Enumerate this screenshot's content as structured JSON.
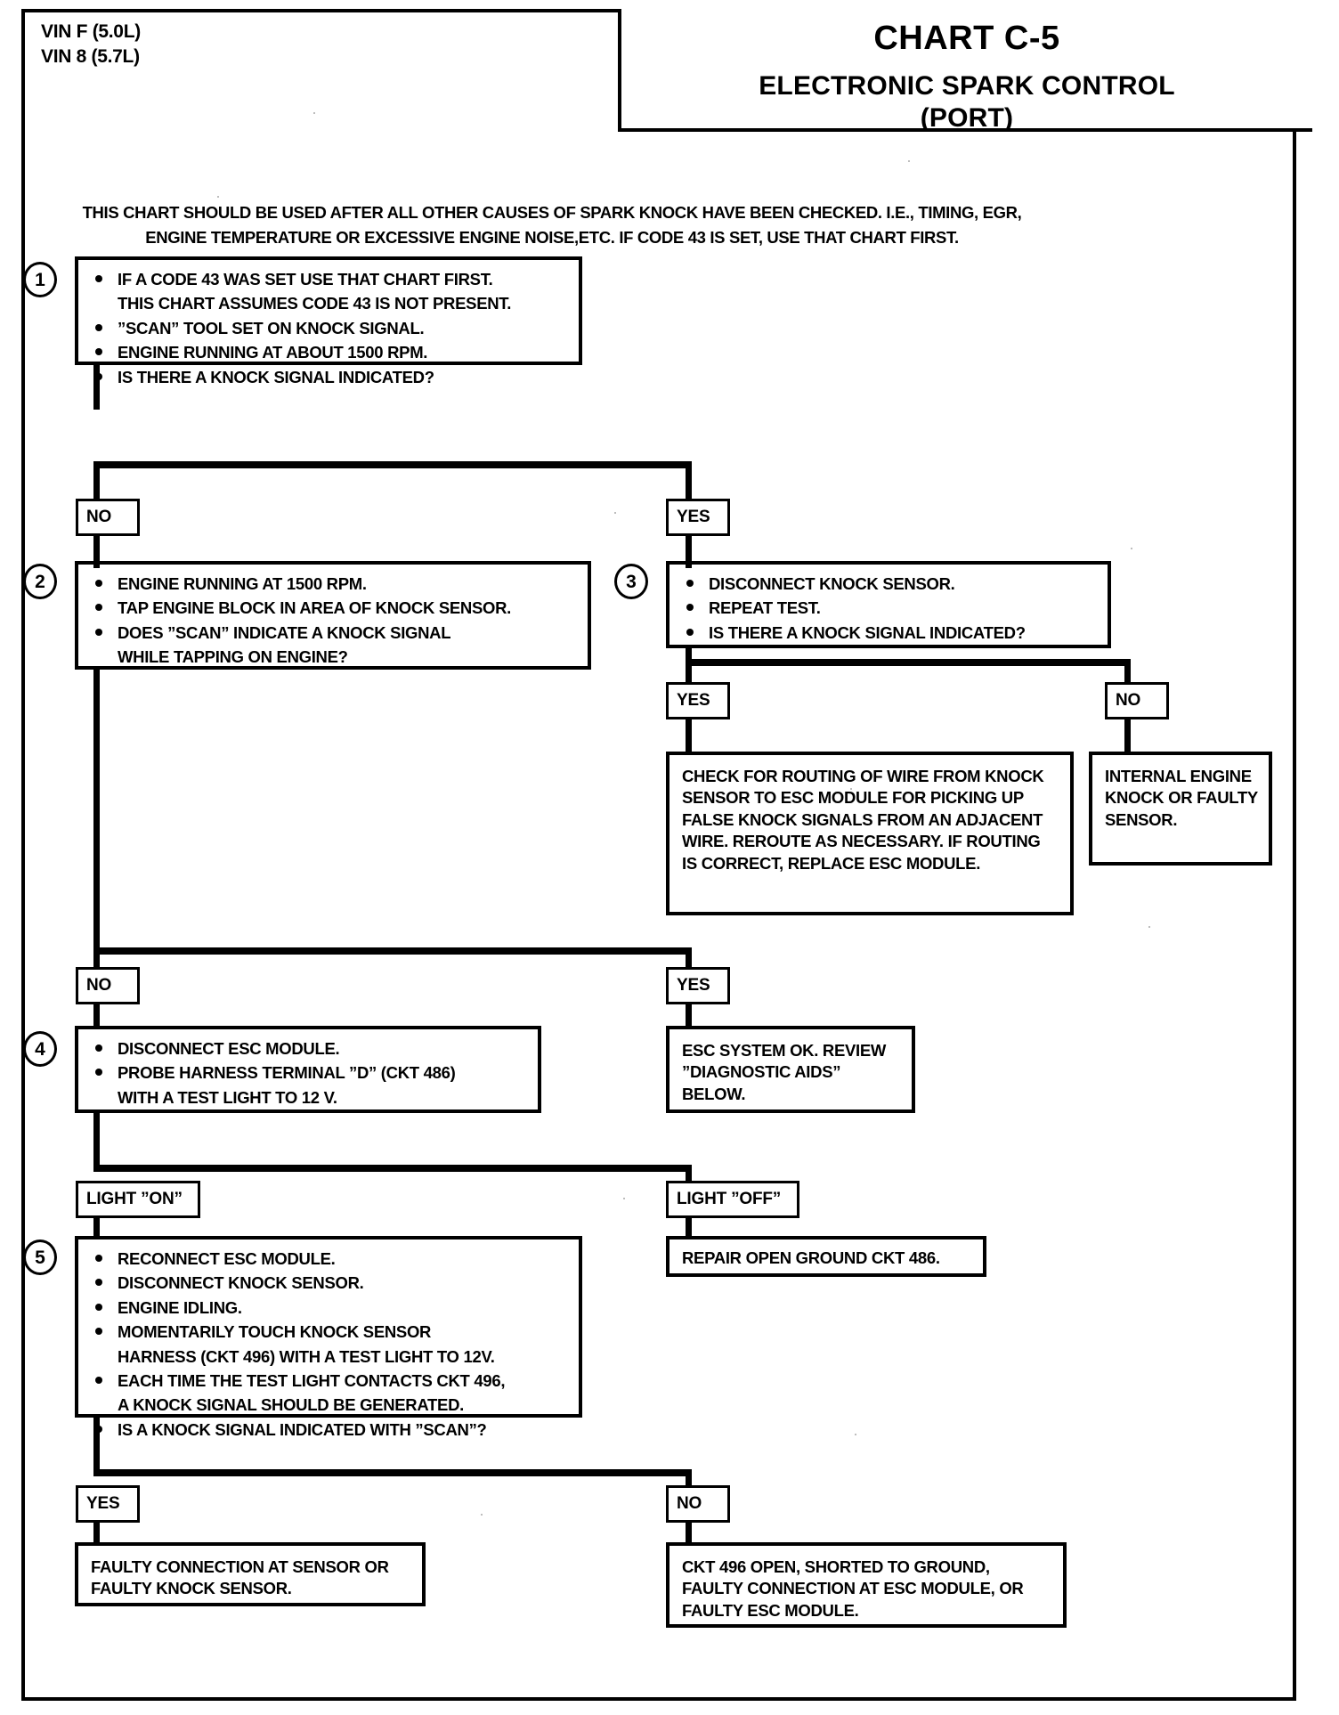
{
  "header": {
    "vin_lines": "VIN F (5.0L)\nVIN 8 (5.7L)",
    "chart_id": "CHART C-5",
    "chart_title": "ELECTRONIC SPARK CONTROL",
    "chart_subtitle": "(PORT)"
  },
  "intro": "THIS CHART SHOULD BE USED AFTER ALL OTHER CAUSES OF SPARK KNOCK HAVE BEEN CHECKED.  I.E., TIMING, EGR, ENGINE TEMPERATURE OR EXCESSIVE ENGINE NOISE,ETC.  IF CODE 43 IS SET, USE THAT CHART FIRST.",
  "steps": {
    "s1": {
      "number": "1",
      "bullets": [
        {
          "text": "IF A CODE 43 WAS SET USE THAT CHART FIRST.",
          "cont": false
        },
        {
          "text": "THIS CHART ASSUMES CODE 43 IS NOT PRESENT.",
          "cont": true
        },
        {
          "text": "”SCAN” TOOL SET ON KNOCK SIGNAL.",
          "cont": false
        },
        {
          "text": "ENGINE RUNNING AT ABOUT 1500 RPM.",
          "cont": false
        },
        {
          "text": "IS THERE A KNOCK SIGNAL INDICATED?",
          "cont": false
        }
      ]
    },
    "s2": {
      "number": "2",
      "bullets": [
        {
          "text": "ENGINE RUNNING AT 1500 RPM.",
          "cont": false
        },
        {
          "text": "TAP ENGINE BLOCK IN AREA OF KNOCK SENSOR.",
          "cont": false
        },
        {
          "text": "DOES ”SCAN” INDICATE A KNOCK SIGNAL",
          "cont": false
        },
        {
          "text": "WHILE TAPPING ON ENGINE?",
          "cont": true
        }
      ]
    },
    "s3": {
      "number": "3",
      "bullets": [
        {
          "text": "DISCONNECT KNOCK SENSOR.",
          "cont": false
        },
        {
          "text": "REPEAT TEST.",
          "cont": false
        },
        {
          "text": "IS THERE A KNOCK SIGNAL INDICATED?",
          "cont": false
        }
      ]
    },
    "s4": {
      "number": "4",
      "bullets": [
        {
          "text": "DISCONNECT ESC MODULE.",
          "cont": false
        },
        {
          "text": "PROBE HARNESS TERMINAL ”D” (CKT 486)",
          "cont": false
        },
        {
          "text": "WITH A TEST LIGHT TO 12 V.",
          "cont": true
        }
      ]
    },
    "s5": {
      "number": "5",
      "bullets": [
        {
          "text": "RECONNECT ESC MODULE.",
          "cont": false
        },
        {
          "text": "DISCONNECT KNOCK SENSOR.",
          "cont": false
        },
        {
          "text": "ENGINE IDLING.",
          "cont": false
        },
        {
          "text": "MOMENTARILY TOUCH KNOCK SENSOR",
          "cont": false
        },
        {
          "text": "HARNESS (CKT 496) WITH A TEST LIGHT TO 12V.",
          "cont": true
        },
        {
          "text": "EACH TIME THE TEST LIGHT CONTACTS CKT 496,",
          "cont": false
        },
        {
          "text": "A KNOCK SIGNAL SHOULD BE GENERATED.",
          "cont": true
        },
        {
          "text": "IS A KNOCK SIGNAL INDICATED WITH ”SCAN”?",
          "cont": false
        }
      ]
    }
  },
  "branch_labels": {
    "b1_no": "NO",
    "b1_yes": "YES",
    "b3_yes": "YES",
    "b3_no": "NO",
    "b2_no": "NO",
    "b2_yes": "YES",
    "b4_on": "LIGHT ”ON”",
    "b4_off": "LIGHT ”OFF”",
    "b5_yes": "YES",
    "b5_no": "NO"
  },
  "results": {
    "routing": "CHECK FOR ROUTING OF WIRE FROM KNOCK SENSOR TO ESC MODULE FOR PICKING UP FALSE KNOCK SIGNALS FROM AN ADJACENT WIRE.  REROUTE AS NECESSARY.  IF ROUTING IS CORRECT, REPLACE ESC MODULE.",
    "internal_knock": "INTERNAL ENGINE KNOCK OR FAULTY SENSOR.",
    "esc_ok": "ESC SYSTEM OK. REVIEW ”DIAGNOSTIC AIDS”  BELOW.",
    "repair_ground": "REPAIR OPEN GROUND CKT 486.",
    "faulty_connection": "FAULTY CONNECTION AT SENSOR OR FAULTY KNOCK SENSOR.",
    "ckt_open": "CKT 496 OPEN, SHORTED TO GROUND, FAULTY CONNECTION AT ESC MODULE, OR FAULTY ESC MODULE."
  },
  "colors": {
    "ink": "#000000",
    "paper": "#ffffff"
  }
}
